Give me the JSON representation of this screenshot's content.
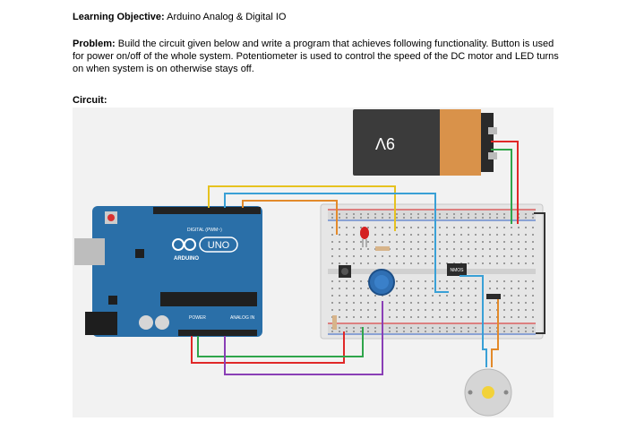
{
  "document": {
    "objective_label": "Learning Objective:",
    "objective_text": " Arduino Analog & Digital IO",
    "problem_label": "Problem:",
    "problem_text": " Build the circuit given below and write a program that achieves following functionality. Button is used for power on/off of the whole system. Potentiometer is used to control the speed of the DC motor and LED turns on when system is on otherwise stays off.",
    "circuit_label": "Circuit:"
  },
  "circuit": {
    "battery_label": "9V",
    "arduino_brand": "ARDUINO",
    "arduino_model": "UNO",
    "digital_header": "DIGITAL (PWM~)",
    "power_header": "POWER",
    "analog_header": "ANALOG IN",
    "mosfet_label": "NMOS",
    "colors": {
      "board": "#2a6fa8",
      "battery_body": "#3b3b3b",
      "battery_cap": "#d9924a",
      "breadboard": "#e6e6e6",
      "wire_red": "#e02828",
      "wire_green": "#2fa54a",
      "wire_yellow": "#e6c21f",
      "wire_orange": "#e38a2b",
      "wire_blue": "#39a0d6",
      "wire_purple": "#8a3fb6",
      "wire_black": "#333333",
      "led": "#d42020",
      "potentiometer": "#2f6fb3"
    }
  }
}
